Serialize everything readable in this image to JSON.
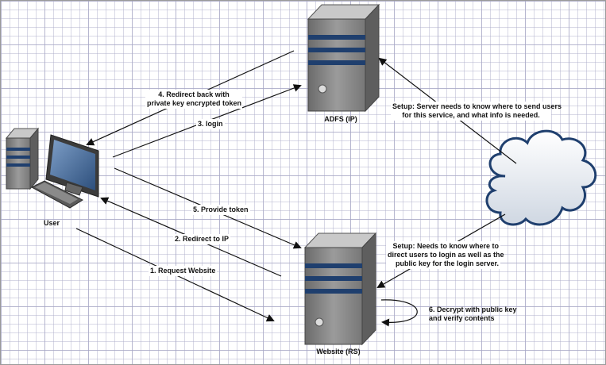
{
  "nodes": {
    "user": {
      "label": "User"
    },
    "adfs": {
      "label": "ADFS (IP)"
    },
    "website": {
      "label": "Website (RS)"
    }
  },
  "steps": {
    "request_website": "1.  Request Website",
    "redirect_to_ip": "2. Redirect to IP",
    "login": "3. login",
    "redirect_back_line1": "4. Redirect back with",
    "redirect_back_line2": "private key encrypted token",
    "provide_token": "5. Provide token",
    "decrypt_line1": "6. Decrypt with public key",
    "decrypt_line2": "and verify contents"
  },
  "notes": {
    "adfs_setup_line1": "Setup: Server needs to know where to send users",
    "adfs_setup_line2": "for this service, and what info is needed.",
    "website_setup_line1": "Setup: Needs to know where to",
    "website_setup_line2": "direct users to login as well as the",
    "website_setup_line3": "public key for the login server."
  },
  "colors": {
    "server_body": "#8a8a8a",
    "server_stripe": "#1f3f6e",
    "cloud_fill": "#e9edf3",
    "cloud_stroke": "#1f3f6e",
    "arrow": "#111111"
  }
}
